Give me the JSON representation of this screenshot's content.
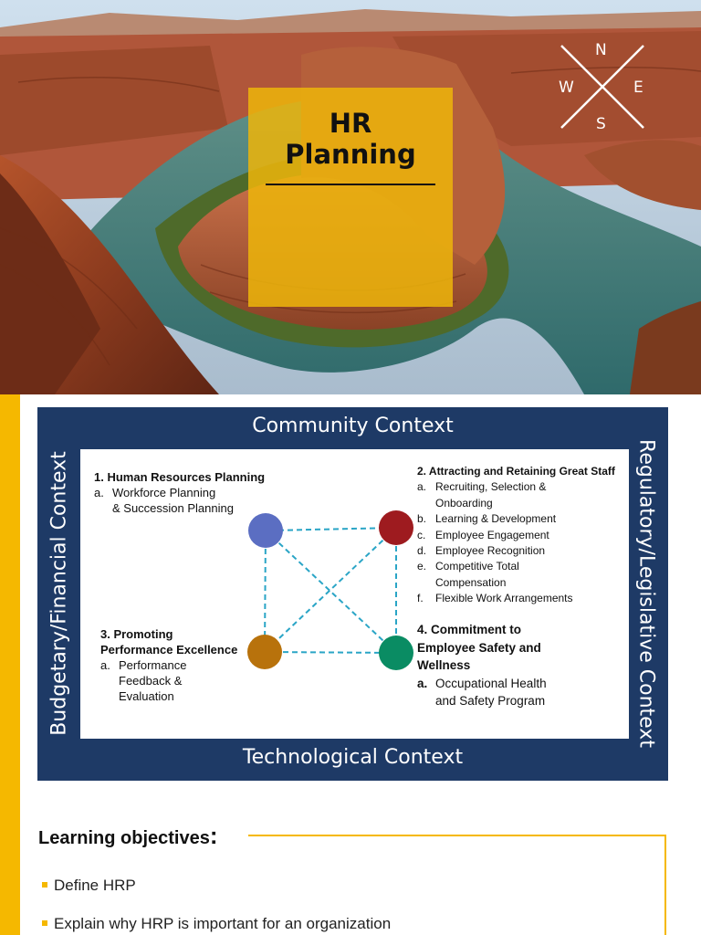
{
  "hero": {
    "title_line1": "HR",
    "title_line2": "Planning",
    "compass": {
      "n": "N",
      "s": "S",
      "e": "E",
      "w": "W"
    }
  },
  "framework": {
    "contexts": {
      "top": "Community Context",
      "bottom": "Technological Context",
      "left": "Budgetary/Financial Context",
      "right": "Regulatory/Legislative Context"
    },
    "node_colors": {
      "hr_planning": "#5b6ec2",
      "attracting": "#9e1b1f",
      "performance": "#b8720c",
      "safety": "#0a8c63"
    },
    "block1": {
      "heading": "1. Human Resources Planning",
      "items": [
        {
          "idx": "a.",
          "text": "Workforce Planning",
          "cont": "& Succession Planning"
        }
      ]
    },
    "block2": {
      "heading": "2. Attracting and Retaining Great Staff",
      "items": [
        {
          "idx": "a.",
          "text": "Recruiting, Selection &",
          "cont": "Onboarding"
        },
        {
          "idx": "b.",
          "text": "Learning & Development"
        },
        {
          "idx": "c.",
          "text": "Employee Engagement"
        },
        {
          "idx": "d.",
          "text": "Employee Recognition"
        },
        {
          "idx": "e.",
          "text": "Competitive Total",
          "cont": "Compensation"
        },
        {
          "idx": "f.",
          "text": "Flexible Work Arrangements"
        }
      ]
    },
    "block3": {
      "heading_line1": "3. Promoting",
      "heading_line2": "Performance Excellence",
      "items": [
        {
          "idx": "a.",
          "text": "Performance",
          "cont1": "Feedback &",
          "cont2": "Evaluation"
        }
      ]
    },
    "block4": {
      "heading_line1": "4. Commitment to",
      "heading_line2": "Employee Safety and",
      "heading_line3": "Wellness",
      "items": [
        {
          "idx": "a.",
          "text": "Occupational Health",
          "cont": "and Safety Program"
        }
      ]
    }
  },
  "learning": {
    "title": "Learning objectives",
    "colon": ":",
    "objectives": [
      "Define HRP",
      "Explain why HRP is important for an organization"
    ],
    "accent_color": "#f5b800"
  }
}
